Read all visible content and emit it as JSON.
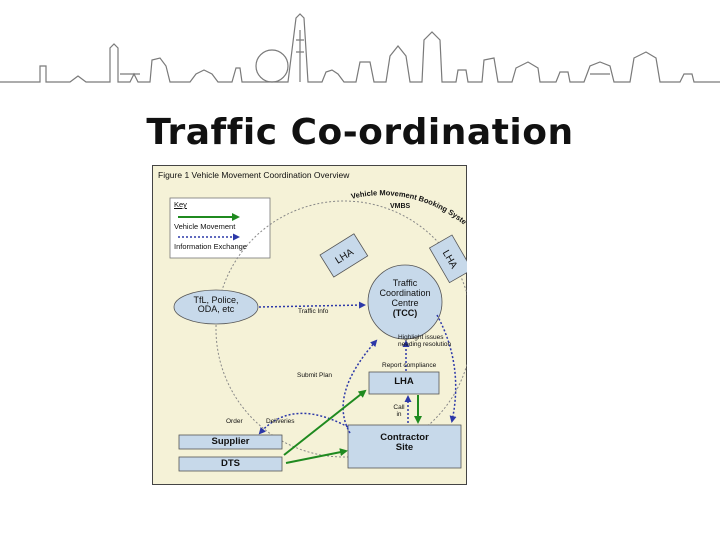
{
  "slide": {
    "title": "Traffic Co-ordination"
  },
  "figure": {
    "caption": "Figure 1 Vehicle Movement Coordination Overview",
    "arc_label": "Vehicle Movement Booking System",
    "arc_sublabel": "VMBS",
    "key": {
      "title": "Key",
      "vehicle_movement": "Vehicle Movement",
      "information_exchange": "Information Exchange"
    },
    "nodes": {
      "tfl_line1": "TfL, Police,",
      "tfl_line2": "ODA, etc",
      "tcc_line1": "Traffic",
      "tcc_line2": "Coordination",
      "tcc_line3": "Centre",
      "tcc_line4": "(TCC)",
      "lha_box": "LHA",
      "supplier": "Supplier",
      "dts": "DTS",
      "contractor_line1": "Contractor",
      "contractor_line2": "Site",
      "lha_rot_left": "LHA",
      "lha_rot_right": "LHA"
    },
    "edge_labels": {
      "traffic_info": "Traffic Info",
      "highlight_line1": "Highlight issues",
      "highlight_line2": "needing resolution",
      "report_compliance": "Report compliance",
      "submit_plan": "Submit Plan",
      "call_line1": "Call",
      "call_line2": "in",
      "order": "Order",
      "deliveries": "Deliveries"
    },
    "colors": {
      "panel": "#f5f2d7",
      "node_fill": "#c7d9ea",
      "vehicle_arrow": "#1f8a1f",
      "info_arrow": "#2c38a8"
    }
  }
}
